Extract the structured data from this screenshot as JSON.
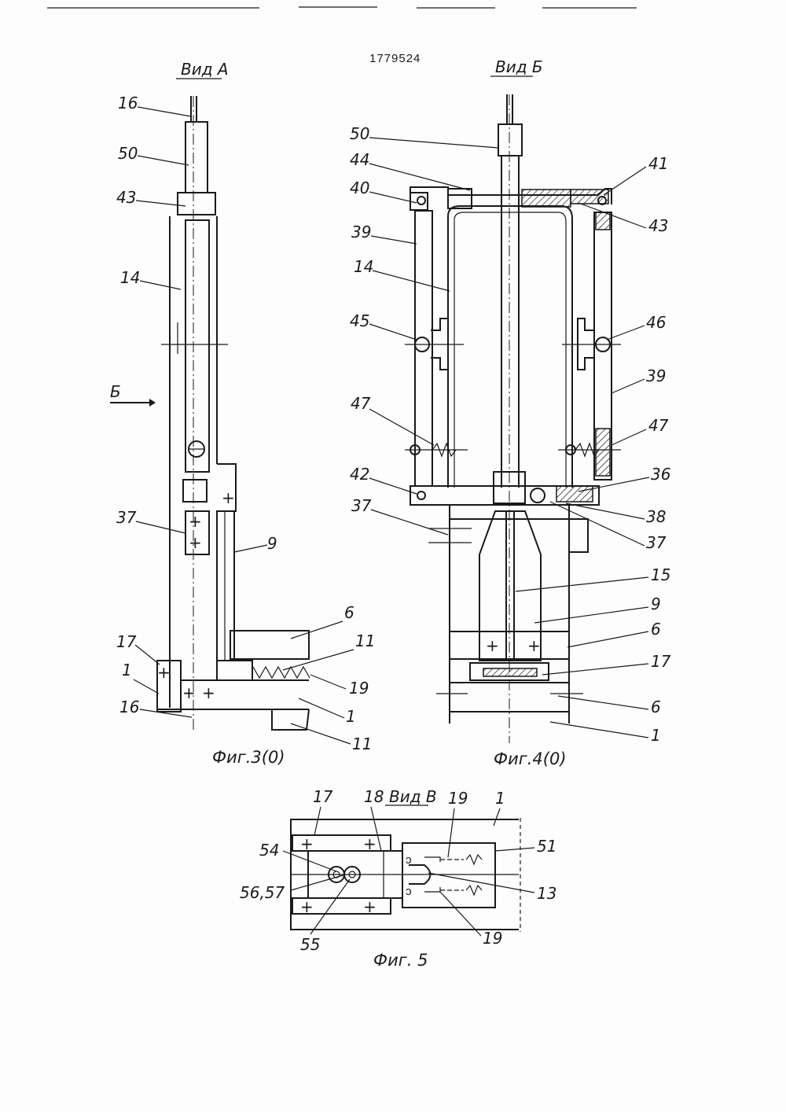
{
  "patent_number": "1779524",
  "views": {
    "view_a": "Вид А",
    "view_b": "Вид Б",
    "view_v": "Вид В",
    "arrow_b": "Б"
  },
  "captions": {
    "fig3": "Фиг.3(0)",
    "fig4": "Фиг.4(0)",
    "fig5": "Фиг. 5"
  },
  "fig3_labels": [
    "16",
    "50",
    "43",
    "14",
    "37",
    "9",
    "6",
    "11",
    "17",
    "19",
    "1",
    "16",
    "1",
    "11"
  ],
  "fig4_labels": [
    "50",
    "44",
    "41",
    "40",
    "43",
    "39",
    "14",
    "45",
    "46",
    "39",
    "47",
    "47",
    "42",
    "36",
    "37",
    "38",
    "37",
    "15",
    "9",
    "6",
    "17",
    "6",
    "1"
  ],
  "fig5_labels": [
    "17",
    "18",
    "19",
    "1",
    "54",
    "51",
    "56,57",
    "13",
    "55",
    "19"
  ]
}
